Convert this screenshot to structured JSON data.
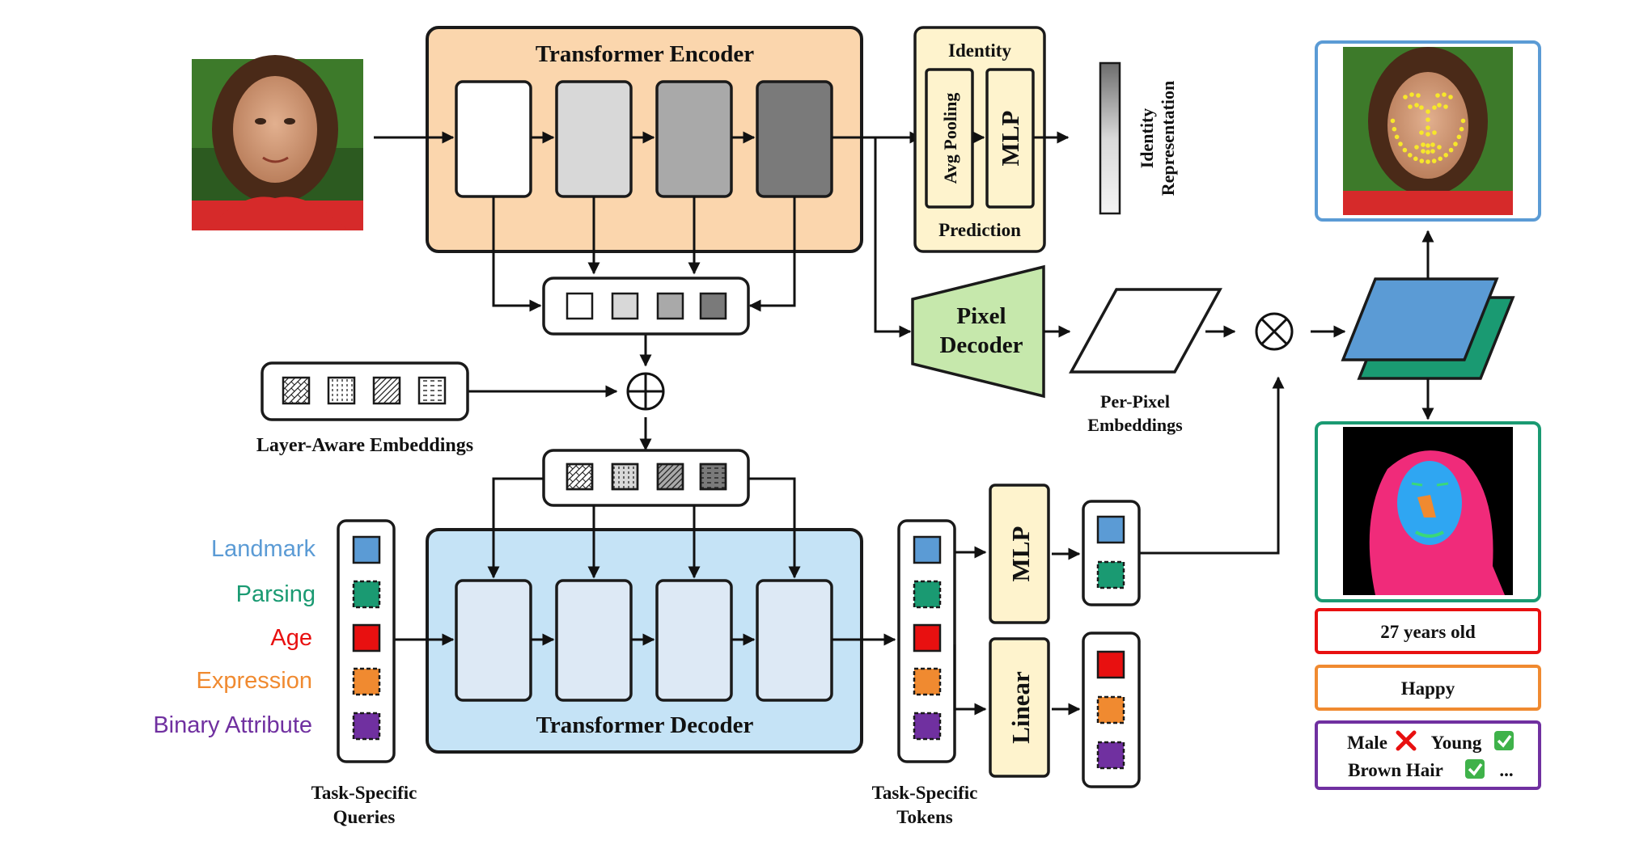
{
  "encoder": {
    "title": "Transformer Encoder"
  },
  "identity": {
    "top": "Identity",
    "bottom": "Prediction",
    "pool": "Avg Pooling",
    "mlp": "MLP"
  },
  "identity_repr": {
    "line1": "Identity",
    "line2": "Representation"
  },
  "pixel_decoder": {
    "line1": "Pixel",
    "line2": "Decoder"
  },
  "per_pixel": {
    "line1": "Per-Pixel",
    "line2": "Embeddings"
  },
  "layer_aware": {
    "label": "Layer-Aware Embeddings"
  },
  "decoder": {
    "title": "Transformer Decoder"
  },
  "tasks": [
    {
      "label": "Landmark",
      "color": "#5b9bd5",
      "dashed": false
    },
    {
      "label": "Parsing",
      "color": "#1a9a72",
      "dashed": true
    },
    {
      "label": "Age",
      "color": "#e81010",
      "dashed": false
    },
    {
      "label": "Expression",
      "color": "#f08a30",
      "dashed": true
    },
    {
      "label": "Binary Attribute",
      "color": "#7030a0",
      "dashed": true
    }
  ],
  "queries": {
    "line1": "Task-Specific",
    "line2": "Queries"
  },
  "tokens": {
    "line1": "Task-Specific",
    "line2": "Tokens"
  },
  "heads": {
    "mlp": "MLP",
    "linear": "Linear"
  },
  "outputs": {
    "age": "27 years old",
    "expression": "Happy",
    "attr_male": "Male",
    "attr_young": "Young",
    "attr_brown": "Brown Hair",
    "attr_more": "..."
  },
  "icons": {
    "cross": "cross-mark-icon",
    "check": "check-mark-icon",
    "oplus": "oplus-icon",
    "otimes": "otimes-icon"
  },
  "colors": {
    "encoder_fill": "#fbd6ad",
    "decoder_fill": "#c5e3f6",
    "pixel_decoder_fill": "#c6e8ac",
    "identity_fill": "#fef3cd",
    "landmark_box": "#5b9bd5",
    "parsing_box": "#1a9a72",
    "age_box": "#e81010",
    "expression_box": "#f08a30",
    "attribute_box": "#7030a0"
  }
}
